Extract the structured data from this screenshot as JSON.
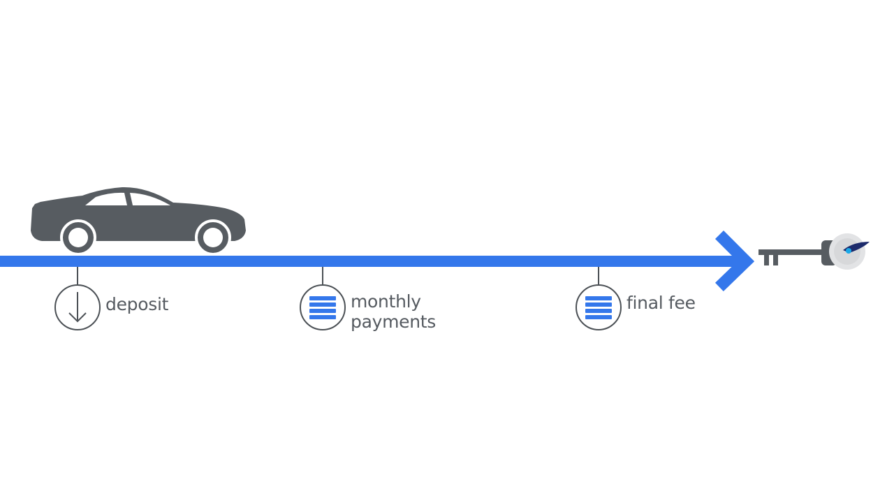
{
  "colors": {
    "timeline": "#3477eb",
    "car": "#575c61",
    "outline": "#4b5055",
    "text": "#555a60",
    "key": "#575c61"
  },
  "icons": {
    "car": "car-icon",
    "deposit": "arrow-down-icon",
    "monthly": "document-lines-icon",
    "final": "document-lines-icon",
    "key": "key-icon"
  },
  "stages": [
    {
      "lines": [
        "deposit"
      ]
    },
    {
      "lines": [
        "monthly",
        "payments"
      ]
    },
    {
      "lines": [
        "final fee"
      ]
    }
  ]
}
